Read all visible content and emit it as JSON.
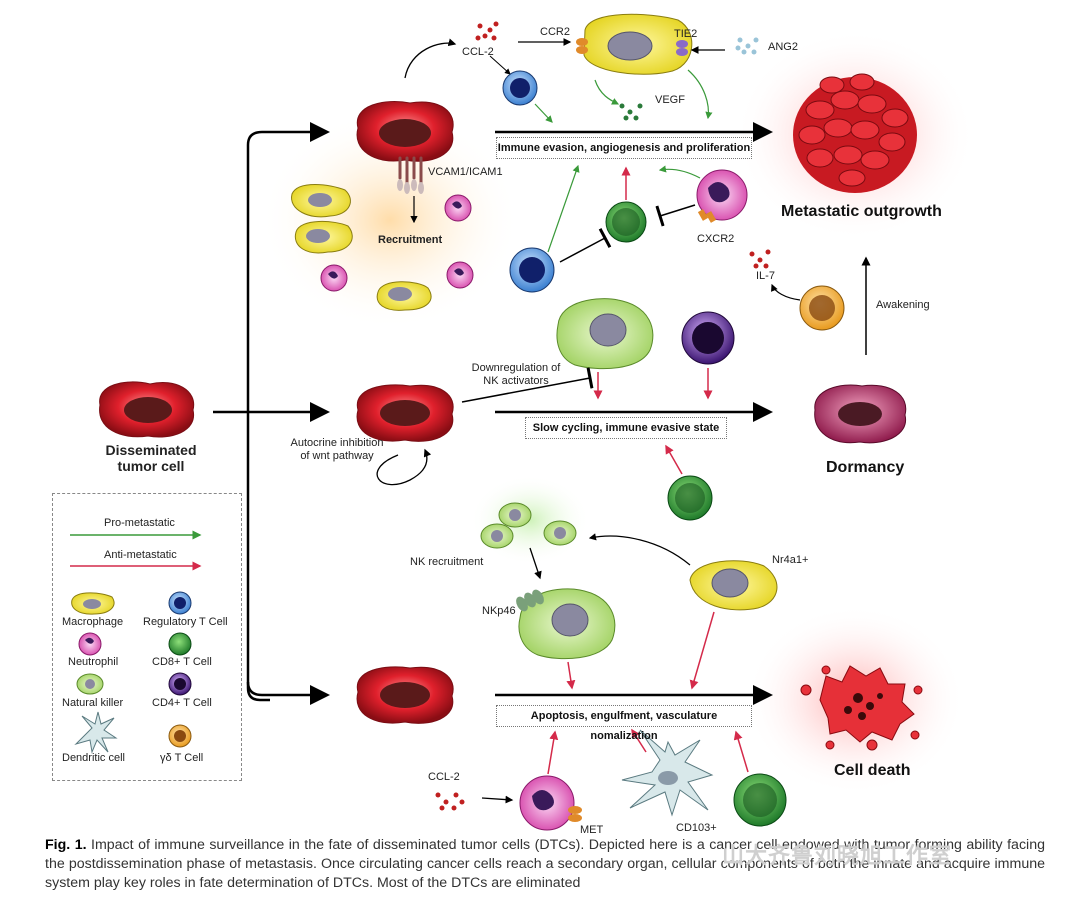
{
  "nodes": {
    "disseminated": "Disseminated\ntumor cell",
    "recruitment": "Recruitment",
    "vcam": "VCAM1/ICAM1",
    "ccl2_top": "CCL-2",
    "ccr2": "CCR2",
    "tie2": "TIE2",
    "ang2": "ANG2",
    "vegf": "VEGF",
    "cxcr2": "CXCR2",
    "il7": "IL-7",
    "awakening": "Awakening",
    "downreg": "Downregulation of\nNK activators",
    "autocrine": "Autocrine inhibition\nof wnt pathway",
    "nk_recruit": "NK recruitment",
    "nkp46": "NKp46",
    "nr4a1": "Nr4a1+",
    "ccl2_bottom": "CCL-2",
    "met": "MET",
    "cd103": "CD103+"
  },
  "boxes": {
    "immune_evasion": "Immune evasion, angiogenesis and proliferation",
    "slow_cycling": "Slow cycling, immune evasive state",
    "apoptosis": "Apoptosis, engulfment, vasculature nomalization"
  },
  "outcomes": {
    "metastatic": "Metastatic outgrowth",
    "dormancy": "Dormancy",
    "cell_death": "Cell death"
  },
  "legend": {
    "pro": "Pro-metastatic",
    "anti": "Anti-metastatic",
    "macrophage": "Macrophage",
    "treg": "Regulatory T Cell",
    "neutrophil": "Neutrophil",
    "cd8": "CD8+ T Cell",
    "nk": "Natural killer",
    "cd4": "CD4+ T Cell",
    "dendritic": "Dendritic cell",
    "gd": "γδ T Cell"
  },
  "caption": {
    "fig": "Fig. 1.",
    "text": "Impact of immune surveillance in the fate of disseminated tumor cells (DTCs). Depicted here is a cancer cell endowed with tumor forming ability facing the postdissemination phase of metastasis. Once circulating cancer cells reach a secondary organ, cellular components of both the innate and acquire immune system play key roles in fate determination of DTCs. Most of the DTCs are eliminated"
  },
  "watermark": "山大齐鲁刘晓旭工作室",
  "colors": {
    "pro_arrow": "#3a9a3a",
    "anti_arrow": "#d42a4a",
    "tumor": "#d8222e",
    "nucleus": "#5a1a1a"
  }
}
